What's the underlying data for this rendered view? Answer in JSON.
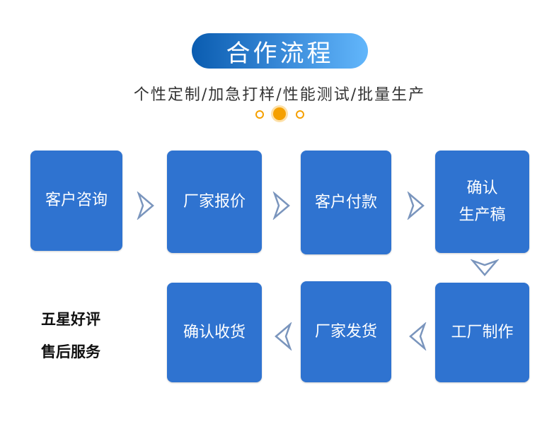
{
  "title": "合作流程",
  "subtitle": "个性定制/加急打样/性能测试/批量生产",
  "steps": [
    "客户咨询",
    "厂家报价",
    "客户付款",
    "确认\n生产稿",
    "工厂制作",
    "厂家发货",
    "确认收货"
  ],
  "side": [
    "五星好评",
    "售后服务"
  ],
  "colors": {
    "box": "#2f73d0",
    "accent": "#f5a000"
  }
}
